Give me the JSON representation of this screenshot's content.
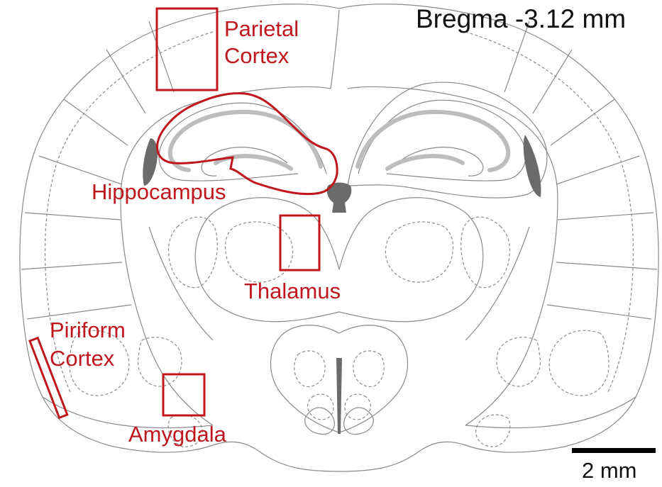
{
  "figure": {
    "bregma_label": "Bregma -3.12 mm",
    "scale_bar_label": "2 mm",
    "annotation_color": "#c0161e",
    "outline_color": "#7a7a7a",
    "ventricle_fill": "#6b6b6b",
    "granule_layer_fill": "#bdbdbd"
  },
  "regions": {
    "parietal": [
      "Parietal",
      "Cortex"
    ],
    "hippocampus": "Hippocampus",
    "thalamus": "Thalamus",
    "piriform": [
      "Piriform",
      "Cortex"
    ],
    "amygdala": "Amygdala"
  }
}
